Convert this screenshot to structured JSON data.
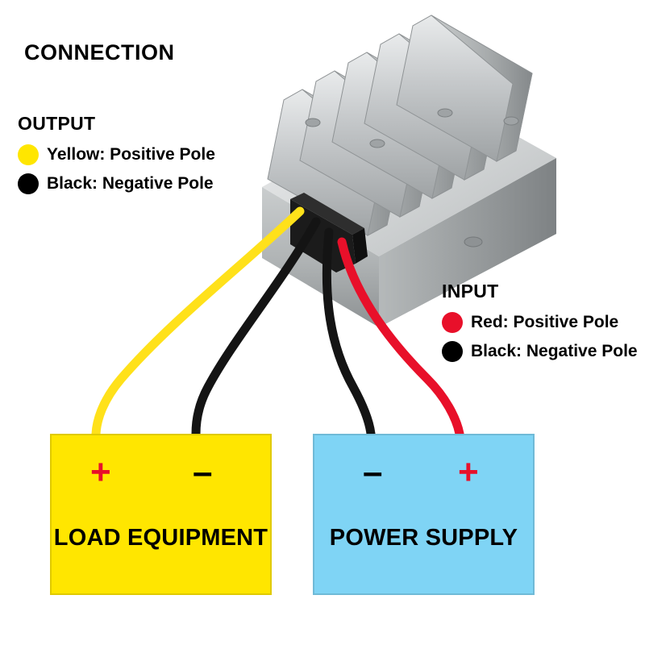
{
  "title": "CONNECTION",
  "output": {
    "label": "OUTPUT",
    "items": [
      {
        "text": "Yellow: Positive Pole",
        "color": "#ffe600",
        "icon": "yellow-dot-icon"
      },
      {
        "text": "Black: Negative Pole",
        "color": "#000000",
        "icon": "black-dot-icon"
      }
    ]
  },
  "input": {
    "label": "INPUT",
    "items": [
      {
        "text": "Red: Positive Pole",
        "color": "#e8102a",
        "icon": "red-dot-icon"
      },
      {
        "text": "Black: Negative Pole",
        "color": "#000000",
        "icon": "black-dot-icon"
      }
    ]
  },
  "load_box": {
    "title": "LOAD EQUIPMENT",
    "fill": "#ffe600",
    "plus": "+",
    "minus": "–",
    "plus_color": "#e8102a",
    "minus_color": "#000000"
  },
  "power_box": {
    "title": "POWER SUPPLY",
    "fill": "#7fd4f5",
    "plus": "+",
    "minus": "–",
    "plus_color": "#e8102a",
    "minus_color": "#000000"
  },
  "device": {
    "name": "dc-dc-converter-module",
    "body_color": "#b9bcbd",
    "connector_color": "#1b1b1b"
  },
  "wires": [
    {
      "name": "yellow-output-positive-wire",
      "color": "#ffe11a"
    },
    {
      "name": "black-output-negative-wire",
      "color": "#141414"
    },
    {
      "name": "black-input-negative-wire",
      "color": "#141414"
    },
    {
      "name": "red-input-positive-wire",
      "color": "#e8102a"
    }
  ]
}
